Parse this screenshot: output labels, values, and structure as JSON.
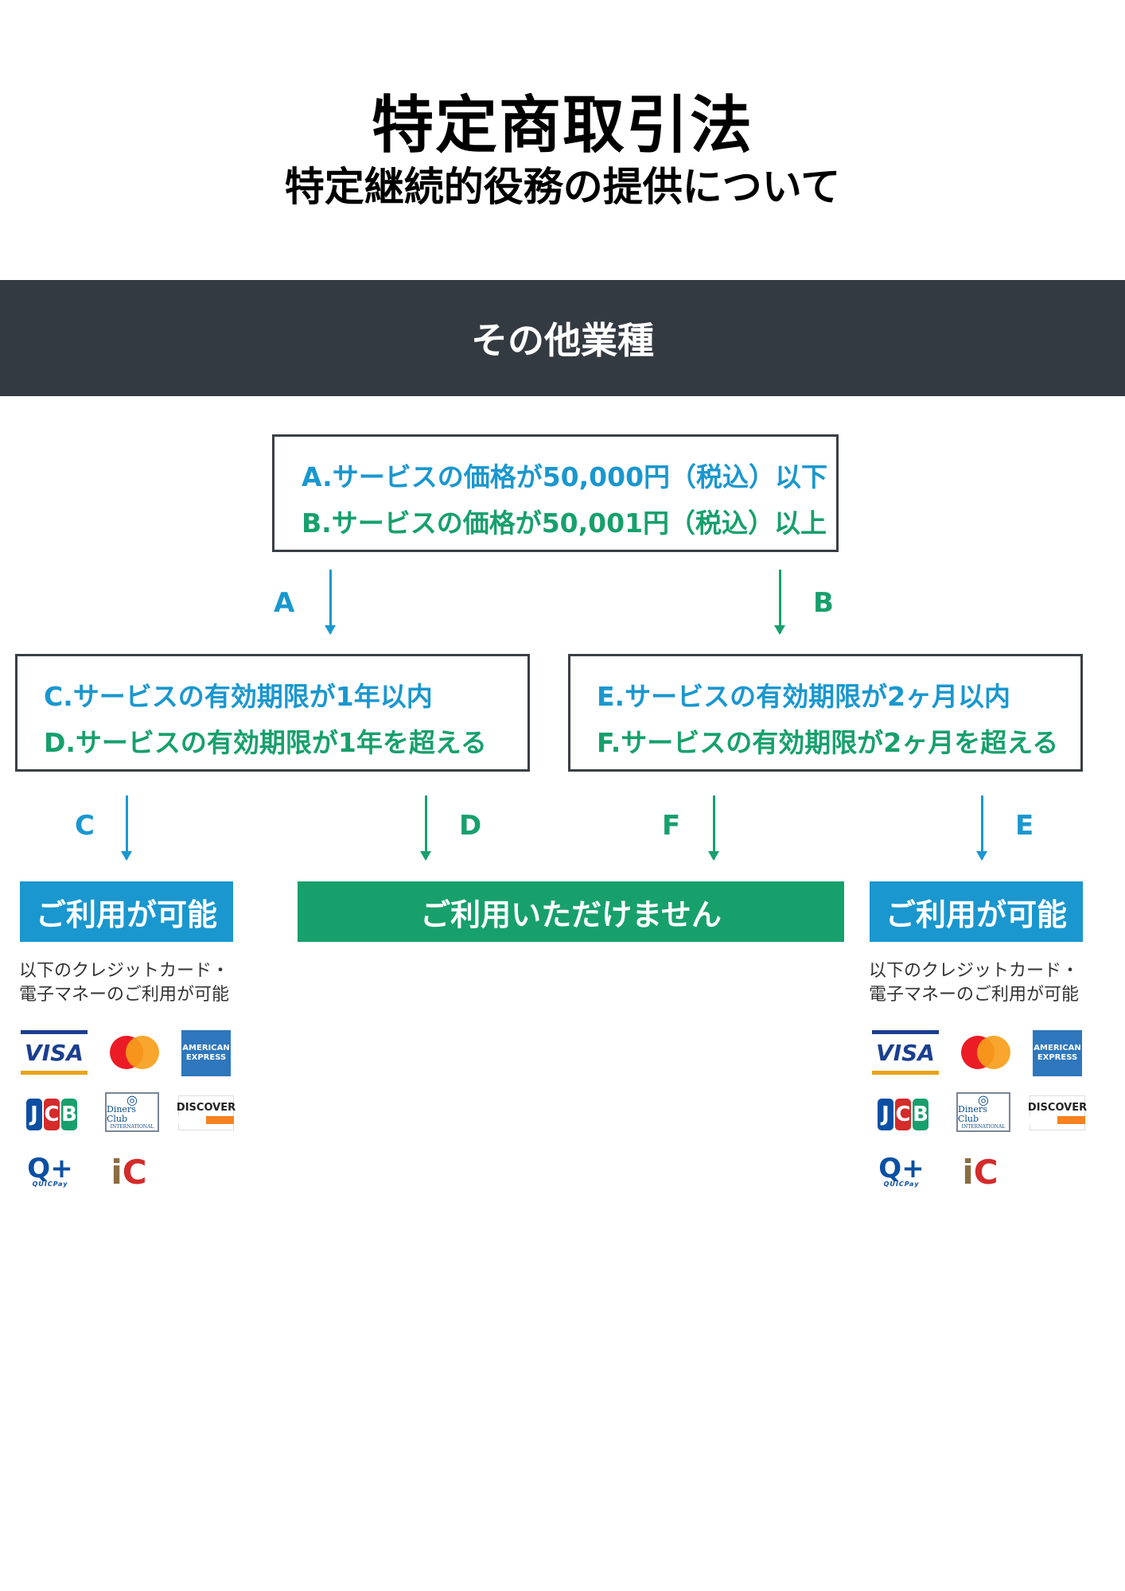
{
  "header": {
    "title": "特定商取引法",
    "subtitle": "特定継続的役務の提供について"
  },
  "banner": {
    "label": "その他業種"
  },
  "top_box": {
    "line_a": "A.サービスの価格が50,000円（税込）以下",
    "line_b": "B.サービスの価格が50,001円（税込）以上"
  },
  "arrows": {
    "a": "A",
    "b": "B",
    "c": "C",
    "d": "D",
    "e": "E",
    "f": "F"
  },
  "left_box": {
    "line_c": "C.サービスの有効期限が1年以内",
    "line_d": "D.サービスの有効期限が1年を超える"
  },
  "right_box": {
    "line_e": "E.サービスの有効期限が2ヶ月以内",
    "line_f": "F.サービスの有効期限が2ヶ月を超える"
  },
  "results": {
    "available": "ご利用が可能",
    "unavailable": "ご利用いただけません"
  },
  "note": {
    "line1": "以下のクレジットカード・",
    "line2": "電子マネーのご利用が可能"
  },
  "logos": {
    "visa": "VISA",
    "amex_1": "AMERICAN",
    "amex_2": "EXPRESS",
    "diners_1": "Diners Club",
    "diners_2": "INTERNATIONAL",
    "discover": "DISCOVER",
    "quicpay": "QUICPay"
  },
  "colors": {
    "blue": "#1a97cf",
    "green": "#17a06c",
    "banner": "#343a41"
  }
}
